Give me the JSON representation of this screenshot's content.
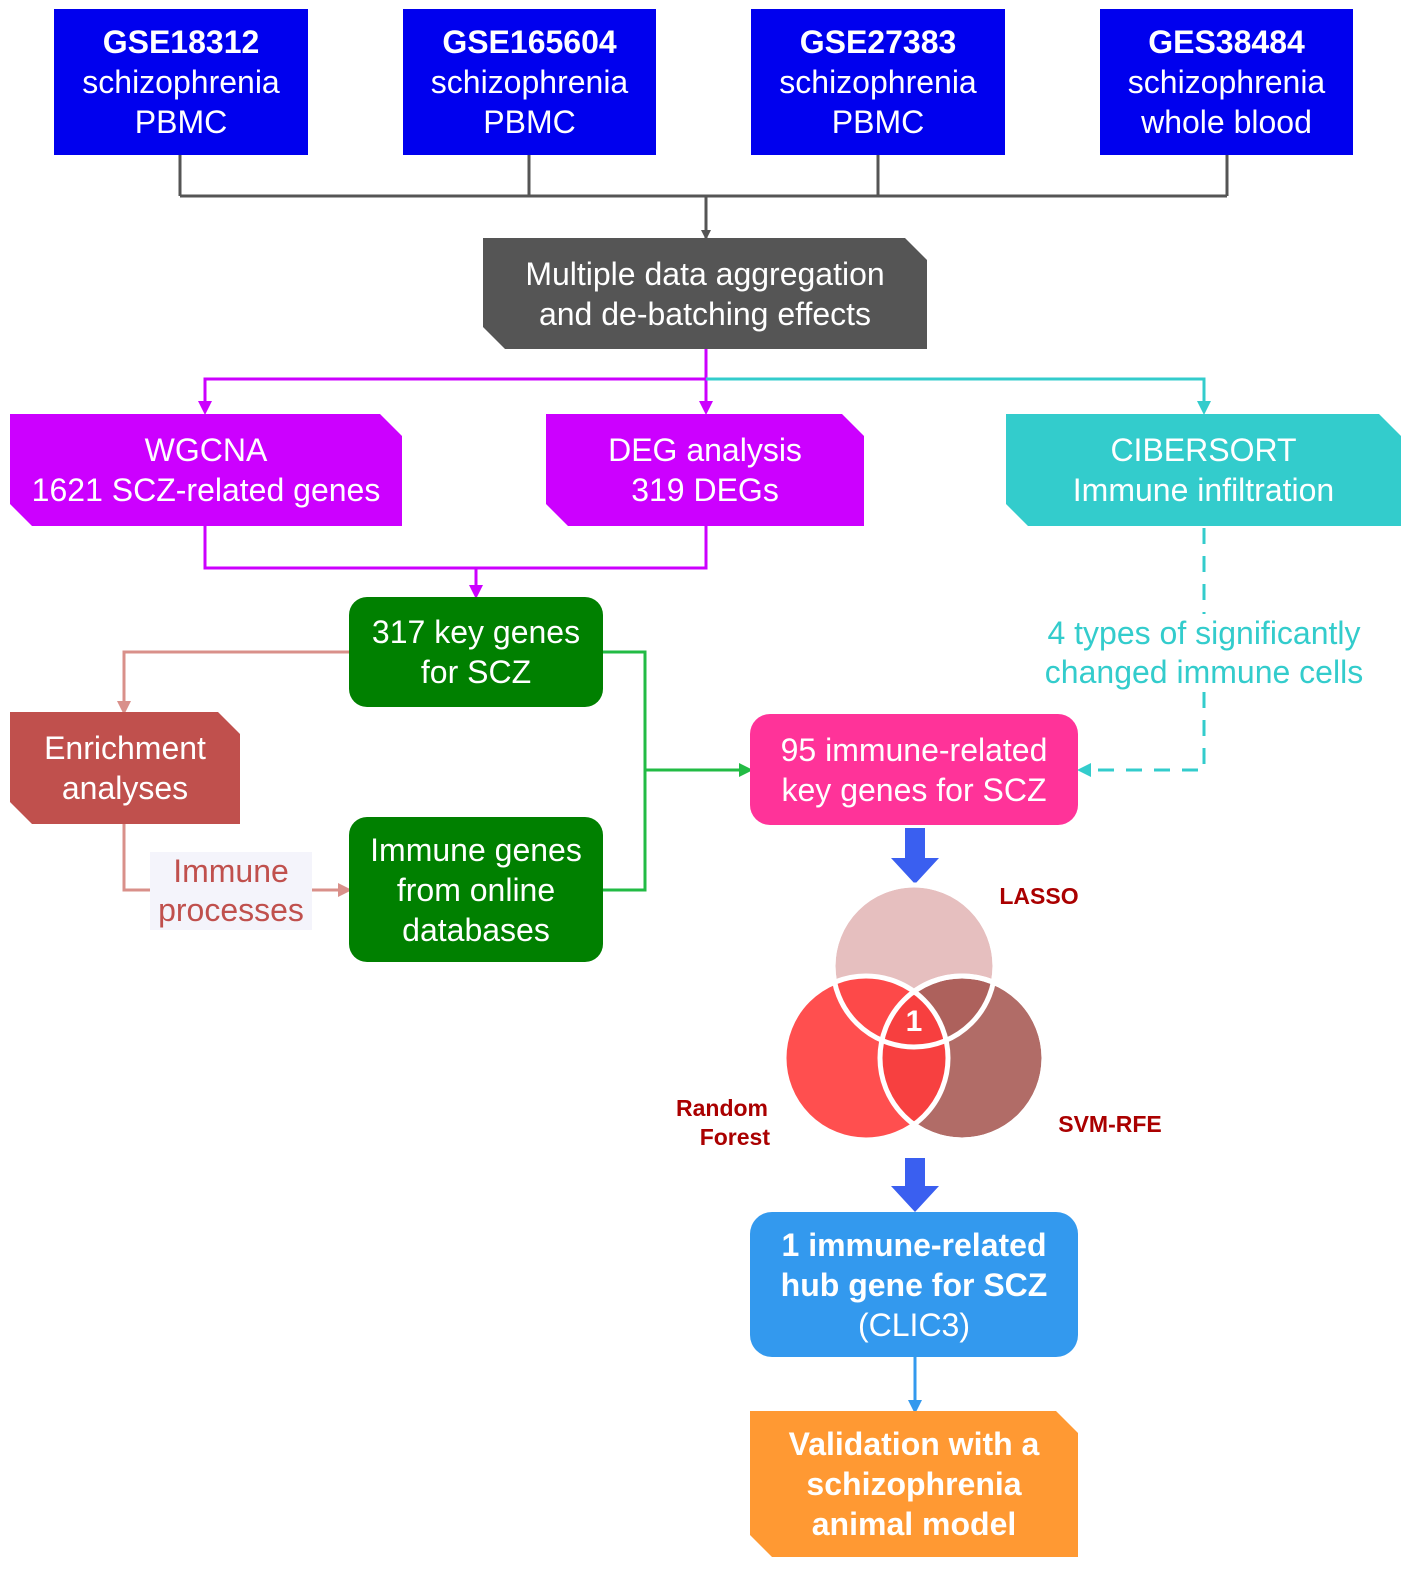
{
  "datasets": [
    {
      "id": "GSE18312",
      "disease": "schizophrenia",
      "tissue": "PBMC"
    },
    {
      "id": "GSE165604",
      "disease": "schizophrenia",
      "tissue": "PBMC"
    },
    {
      "id": "GSE27383",
      "disease": "schizophrenia",
      "tissue": "PBMC"
    },
    {
      "id": "GES38484",
      "disease": "schizophrenia",
      "tissue": "whole blood"
    }
  ],
  "aggregation": {
    "line1": "Multiple data aggregation",
    "line2": "and de-batching effects"
  },
  "wgcna": {
    "line1": "WGCNA",
    "line2": "1621 SCZ-related genes"
  },
  "deg": {
    "line1": "DEG analysis",
    "line2": "319 DEGs"
  },
  "cibersort": {
    "line1": "CIBERSORT",
    "line2": "Immune infiltration"
  },
  "key_genes": {
    "line1": "317 key genes",
    "line2": "for SCZ"
  },
  "immune_cells": {
    "line1": "4 types of significantly",
    "line2": "changed immune cells"
  },
  "enrichment": {
    "line1": "Enrichment",
    "line2": "analyses"
  },
  "immune_processes": {
    "line1": "Immune",
    "line2": "processes"
  },
  "immune_genes": {
    "line1": "Immune genes",
    "line2": "from online",
    "line3": "databases"
  },
  "immune_key_genes": {
    "line1": "95 immune-related",
    "line2": "key genes for SCZ"
  },
  "venn": {
    "lasso": "LASSO",
    "rf_line1": "Random",
    "rf_line2": "Forest",
    "svm": "SVM-RFE",
    "overlap": "1"
  },
  "hub_gene": {
    "line1": "1 immune-related",
    "line2": "hub gene for SCZ",
    "line3": "(CLIC3)"
  },
  "validation": {
    "line1": "Validation with a",
    "line2": "schizophrenia",
    "line3": "animal model"
  },
  "colors": {
    "dataset": "#0000ee",
    "aggregation": "#555555",
    "magenta": "#cc00ff",
    "teal": "#33cccc",
    "green": "#008000",
    "bright_green": "#22bb44",
    "enrichment": "#c0504d",
    "salmon": "#d9908a",
    "pink": "#ff3399",
    "blue": "#3399ee",
    "orange": "#ff9933",
    "dark_red": "#aa0000"
  }
}
